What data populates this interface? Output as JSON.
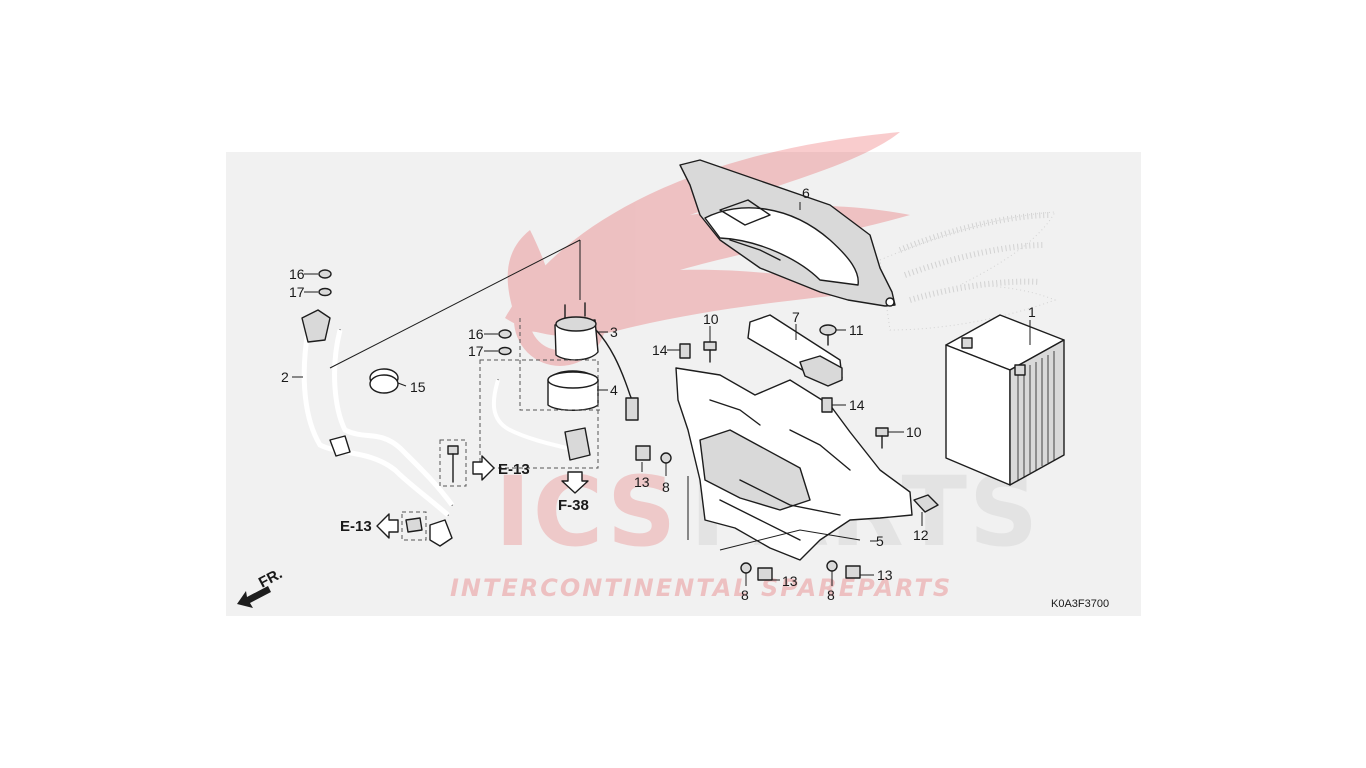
{
  "watermark": {
    "logo_text": "ICSPARTS",
    "logo_prefix": "ICS",
    "logo_suffix": "PARTS",
    "tagline": "INTERCONTINENTAL SPAREPARTS",
    "logo_colors": {
      "red": "#e3191b",
      "grey": "#9e9e9e"
    }
  },
  "diagram": {
    "code": "K0A3F3700",
    "direction_label": "FR.",
    "references": [
      {
        "id": "ref-e13-right",
        "label": "E-13"
      },
      {
        "id": "ref-e13-left",
        "label": "E-13"
      },
      {
        "id": "ref-f38",
        "label": "F-38"
      }
    ],
    "callouts": [
      {
        "id": "c16a",
        "label": "16"
      },
      {
        "id": "c17a",
        "label": "17"
      },
      {
        "id": "c2",
        "label": "2"
      },
      {
        "id": "c15",
        "label": "15"
      },
      {
        "id": "c16b",
        "label": "16"
      },
      {
        "id": "c17b",
        "label": "17"
      },
      {
        "id": "c3",
        "label": "3"
      },
      {
        "id": "c4",
        "label": "4"
      },
      {
        "id": "c6",
        "label": "6"
      },
      {
        "id": "c10a",
        "label": "10"
      },
      {
        "id": "c14a",
        "label": "14"
      },
      {
        "id": "c7",
        "label": "7"
      },
      {
        "id": "c11",
        "label": "11"
      },
      {
        "id": "c14b",
        "label": "14"
      },
      {
        "id": "c10b",
        "label": "10"
      },
      {
        "id": "c1",
        "label": "1"
      },
      {
        "id": "c13a",
        "label": "13"
      },
      {
        "id": "c8a",
        "label": "8"
      },
      {
        "id": "c5",
        "label": "5"
      },
      {
        "id": "c12",
        "label": "12"
      },
      {
        "id": "c13b",
        "label": "13"
      },
      {
        "id": "c8b",
        "label": "8"
      },
      {
        "id": "c8c",
        "label": "8"
      },
      {
        "id": "c13c",
        "label": "13"
      }
    ]
  }
}
